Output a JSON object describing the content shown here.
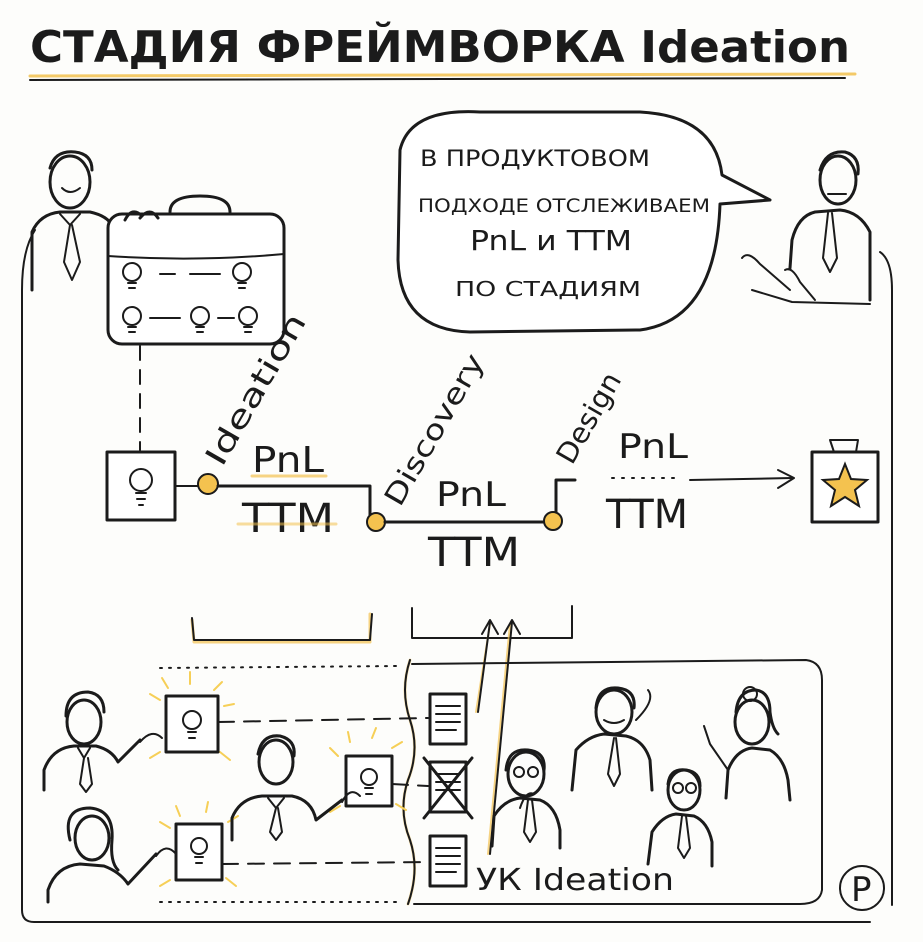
{
  "title": "СТАДИЯ ФРЕЙМВОРКА Ideation",
  "speech_bubble": {
    "line1": "В ПРОДУКТОВОМ",
    "line2": "ПОДХОДЕ ОТСЛЕЖИВАЕМ",
    "line3": "PnL и TTM",
    "line4": "ПО СТАДИЯМ"
  },
  "stages": [
    {
      "name": "Ideation",
      "metric1": "PnL",
      "metric2": "TTM"
    },
    {
      "name": "Discovery",
      "metric1": "PnL",
      "metric2": "TTM"
    },
    {
      "name": "Design",
      "metric1": "PnL",
      "metric2": "TTM"
    }
  ],
  "bottom_label": "УК Ideation",
  "logo_letter": "P",
  "colors": {
    "accent": "#f2c14e",
    "ink": "#1b1b1b"
  }
}
